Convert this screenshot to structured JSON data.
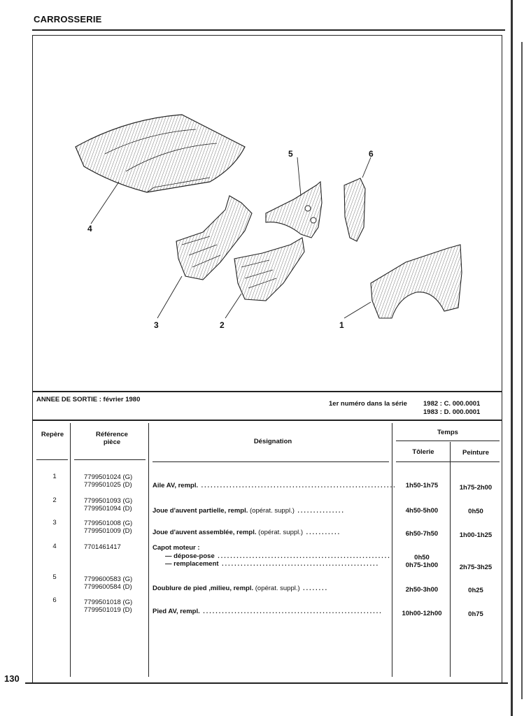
{
  "header": {
    "section_title": "CARROSSERIE"
  },
  "diagram": {
    "callouts": [
      "1",
      "2",
      "3",
      "4",
      "5",
      "6"
    ]
  },
  "info": {
    "annee": "ANNEE DE SORTIE : février 1980",
    "premier_label": "1er numéro dans la série",
    "line1": "1982 : C. 000.0001",
    "line2": "1983 : D. 000.0001"
  },
  "table": {
    "headers": {
      "repere": "Repère",
      "reference": "Référence pièce",
      "designation": "Désignation",
      "temps": "Temps",
      "tolerie": "Tôlerie",
      "peinture": "Peinture"
    },
    "rows": [
      {
        "repere": "1",
        "refs": "7799501024 (G)\n7799501025 (D)",
        "designation": "Aile AV, rempl.",
        "suppl": "",
        "tolerie": "1h50-1h75",
        "peinture": "1h75-2h00"
      },
      {
        "repere": "2",
        "refs": "7799501093 (G)\n7799501094 (D)",
        "designation": "Joue d'auvent partielle, rempl.",
        "suppl": "(opérat. suppl.)",
        "tolerie": "4h50-5h00",
        "peinture": "0h50"
      },
      {
        "repere": "3",
        "refs": "7799501008 (G)\n7799501009 (D)",
        "designation": "Joue d'auvent assemblée, rempl.",
        "suppl": "(opérat. suppl.)",
        "tolerie": "6h50-7h50",
        "peinture": "1h00-1h25"
      },
      {
        "repere": "4",
        "refs": "7701461417",
        "designation": "Capot moteur :",
        "sub1": "— dépose-pose",
        "sub2": "— remplacement",
        "tolerie1": "0h50",
        "tolerie2": "0h75-1h00",
        "peinture": "2h75-3h25"
      },
      {
        "repere": "5",
        "refs": "7799600583 (G)\n7799600584 (D)",
        "designation": "Doublure de pied ,milieu, rempl.",
        "suppl": "(opérat. suppl.)",
        "tolerie": "2h50-3h00",
        "peinture": "0h25"
      },
      {
        "repere": "6",
        "refs": "7799501018 (G)\n7799501019 (D)",
        "designation": "Pied AV, rempl.",
        "suppl": "",
        "tolerie": "10h00-12h00",
        "peinture": "0h75"
      }
    ]
  },
  "footer": {
    "page_number": "130"
  }
}
